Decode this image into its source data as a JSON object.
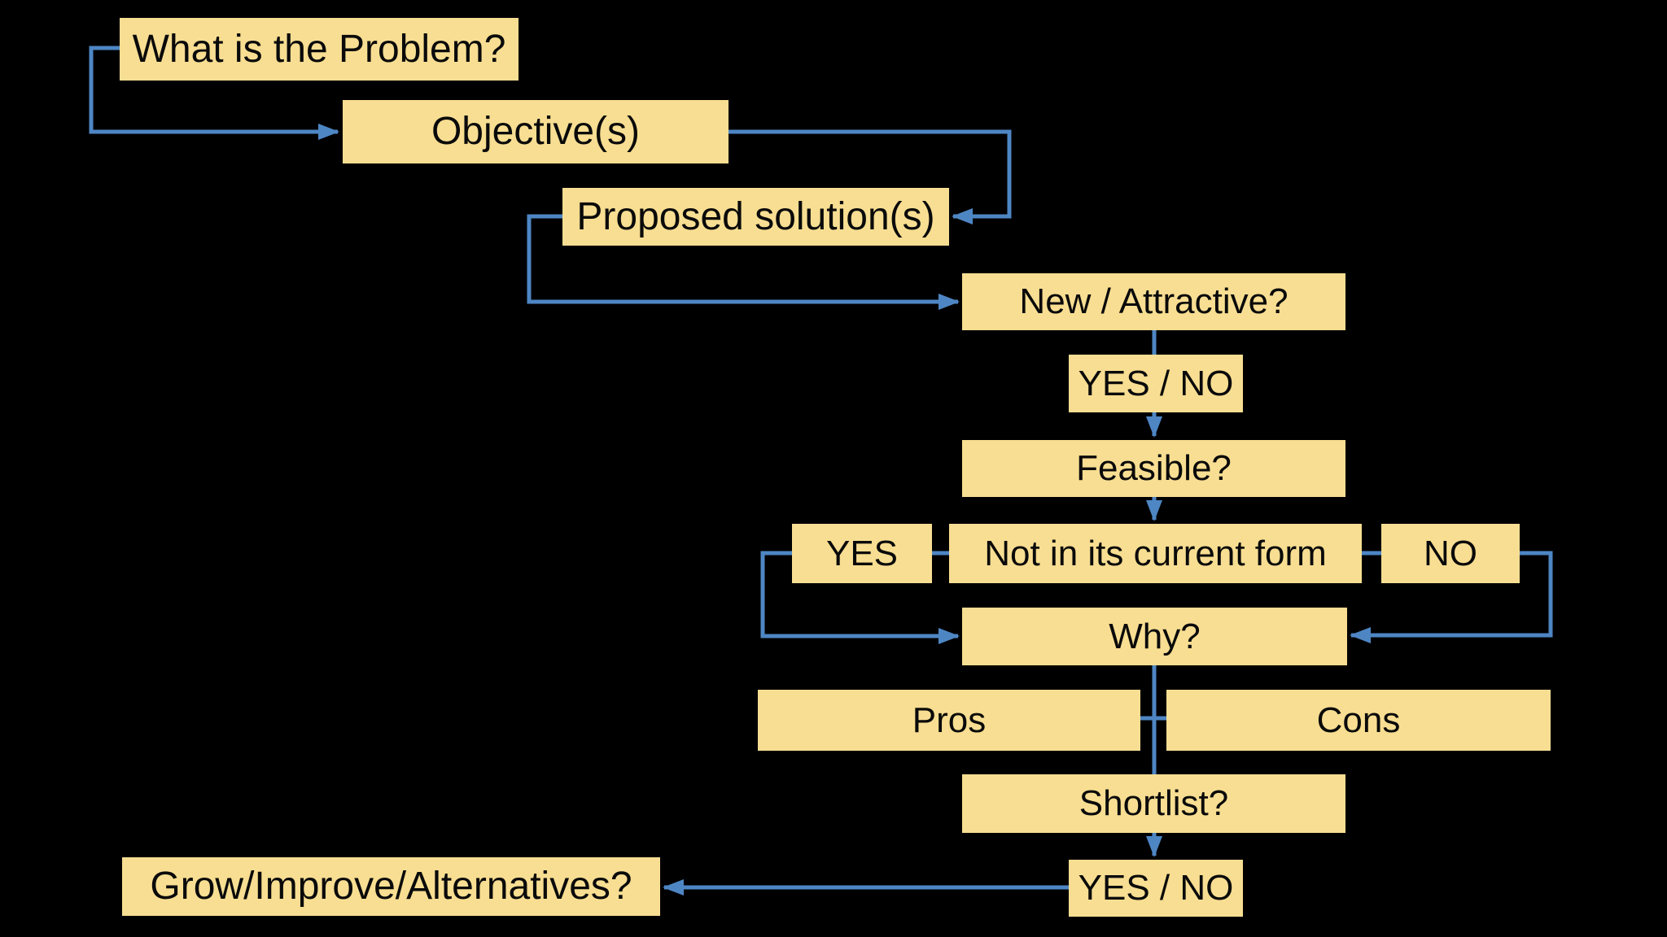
{
  "diagram": {
    "colors": {
      "background": "#000000",
      "box_fill": "#F8DE92",
      "box_text": "#0A0A0A",
      "connector": "#4E86C4"
    },
    "nodes": [
      {
        "id": "what-is-the-problem",
        "label": "What is the Problem?"
      },
      {
        "id": "objectives",
        "label": "Objective(s)"
      },
      {
        "id": "proposed-solutions",
        "label": "Proposed solution(s)"
      },
      {
        "id": "new-attractive",
        "label": "New / Attractive?"
      },
      {
        "id": "yes-no-top",
        "label": "YES / NO"
      },
      {
        "id": "feasible",
        "label": "Feasible?"
      },
      {
        "id": "yes",
        "label": "YES"
      },
      {
        "id": "not-in-current-form",
        "label": "Not in its current form"
      },
      {
        "id": "no",
        "label": "NO"
      },
      {
        "id": "why",
        "label": "Why?"
      },
      {
        "id": "pros",
        "label": "Pros"
      },
      {
        "id": "cons",
        "label": "Cons"
      },
      {
        "id": "shortlist",
        "label": "Shortlist?"
      },
      {
        "id": "yes-no-bottom",
        "label": "YES / NO"
      },
      {
        "id": "grow-improve-alternatives",
        "label": "Grow/Improve/Alternatives?"
      }
    ]
  }
}
